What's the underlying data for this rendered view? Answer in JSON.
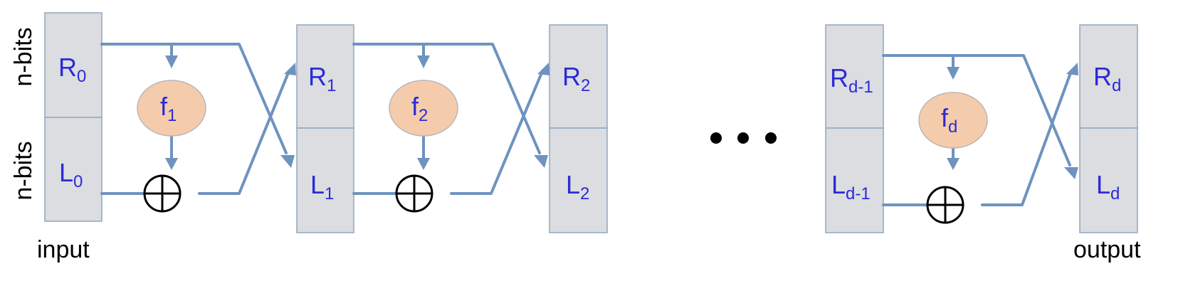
{
  "side_labels": {
    "top": "n-bits",
    "bottom": "n-bits"
  },
  "captions": {
    "input": "input",
    "output": "output"
  },
  "ellipsis": "• • •",
  "stages": [
    {
      "R": "R",
      "R_sub": "0",
      "L": "L",
      "L_sub": "0"
    },
    {
      "R": "R",
      "R_sub": "1",
      "L": "L",
      "L_sub": "1"
    },
    {
      "R": "R",
      "R_sub": "2",
      "L": "L",
      "L_sub": "2"
    },
    {
      "R": "R",
      "R_sub": "d-1",
      "L": "L",
      "L_sub": "d-1"
    },
    {
      "R": "R",
      "R_sub": "d",
      "L": "L",
      "L_sub": "d"
    }
  ],
  "functions": [
    {
      "name": "f",
      "sub": "1"
    },
    {
      "name": "f",
      "sub": "2"
    },
    {
      "name": "f",
      "sub": "d"
    }
  ],
  "colors": {
    "wire": "#6e93bf",
    "register_fill": "#dcdde0",
    "function_fill": "#f5ccab",
    "label_text": "#2b2bd6"
  }
}
